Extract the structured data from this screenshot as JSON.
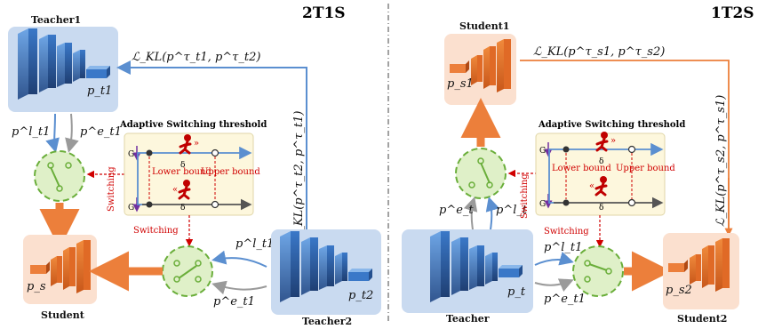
{
  "left_panel": {
    "title": "2T1S",
    "teacher1_label": "Teacher1",
    "teacher2_label": "Teacher2",
    "student_label": "Student",
    "teacher1_output": "p_t1",
    "teacher2_output": "p_t2",
    "student_output": "p_s",
    "kl_top": "ℒ_KL(p^τ_t1, p^τ_t2)",
    "kl_side": "ℒ_KL(p^τ_t2, p^τ_t1)",
    "logit_l": "p^l_t1",
    "logit_e": "p^e_t1",
    "logit_l2": "p^l_t1",
    "logit_e2": "p^e_t1",
    "switching_side": "Switching",
    "switching_bottom": "Switching"
  },
  "right_panel": {
    "title": "1T2S",
    "student1_label": "Student1",
    "student2_label": "Student2",
    "teacher_label": "Teacher",
    "student1_output": "p_s1",
    "student2_output": "p_s2",
    "teacher_output": "p_t",
    "kl_top": "ℒ_KL(p^τ_s1, p^τ_s2)",
    "kl_side": "ℒ_KL(p^τ_s2, p^τ_s1)",
    "logit_e": "p^e_t",
    "logit_l": "p^l_t",
    "logit_l2": "p^l_t1",
    "logit_e2": "p^e_t1",
    "switching_side": "Switching",
    "switching_bottom": "Switching"
  },
  "threshold_box": {
    "title": "Adaptive Switching threshold",
    "lower": "Lower bound",
    "upper": "Upper bound",
    "g": "G",
    "delta": "δ"
  },
  "colors": {
    "teacher_bg": "#c9daf0",
    "student_bg": "#fbe0cf",
    "threshold_bg": "#fdf7dd",
    "switch_fill": "#dff0c8",
    "switch_stroke": "#6aae3a",
    "orange": "#ec7f3b",
    "blue_arrow": "#5b8fd0",
    "grey_arrow": "#9a9a9a"
  }
}
